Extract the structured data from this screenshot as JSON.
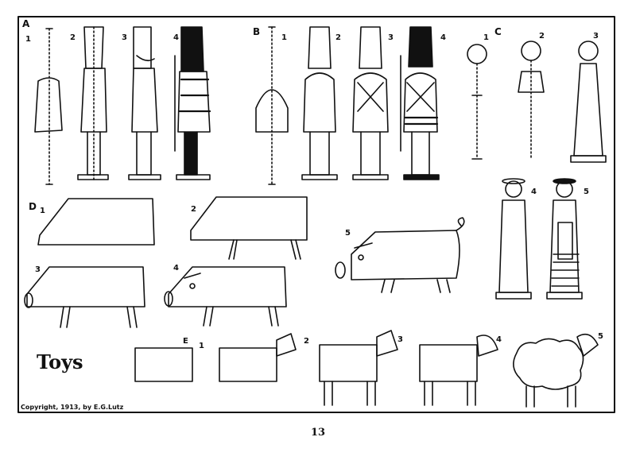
{
  "title": "Toys",
  "copyright": "Copyright, 1913, by E.G.Lutz",
  "page_number": "13",
  "sections": {
    "A": {
      "label": "A",
      "steps": [
        "1",
        "2",
        "3",
        "4"
      ]
    },
    "B": {
      "label": "B",
      "steps": [
        "1",
        "2",
        "3",
        "4"
      ]
    },
    "C": {
      "label": "C",
      "steps": [
        "1",
        "2",
        "3",
        "4",
        "5"
      ]
    },
    "D": {
      "label": "D",
      "steps": [
        "1",
        "2",
        "3",
        "4",
        "5"
      ]
    },
    "E": {
      "label": "E",
      "steps": [
        "1",
        "2",
        "3",
        "4",
        "5"
      ]
    }
  }
}
